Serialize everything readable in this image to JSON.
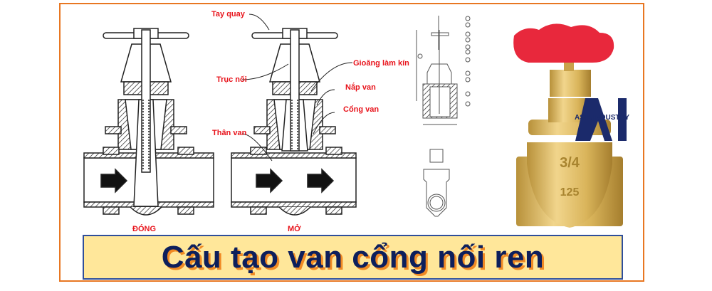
{
  "labels": {
    "handwheel": "Tay quay",
    "stem": "Trục nối",
    "seal": "Gioăng làm kín",
    "bonnet": "Nắp van",
    "gate": "Cổng van",
    "body": "Thân van"
  },
  "states": {
    "closed": "ĐÓNG",
    "open": "MỞ"
  },
  "product": {
    "size_marking": "3/4",
    "pressure_marking": "125"
  },
  "logo": {
    "text": "ASIA INDUSTRY",
    "mark": "AI"
  },
  "title": "Cấu tạo van cổng nối ren",
  "colors": {
    "frame": "#E87722",
    "label": "#E8141C",
    "title_bg": "#FFE79A",
    "title_text": "#0D1F5C",
    "title_shadow": "#F08A24",
    "handwheel": "#E8283C",
    "brass": "#D9B45A"
  }
}
